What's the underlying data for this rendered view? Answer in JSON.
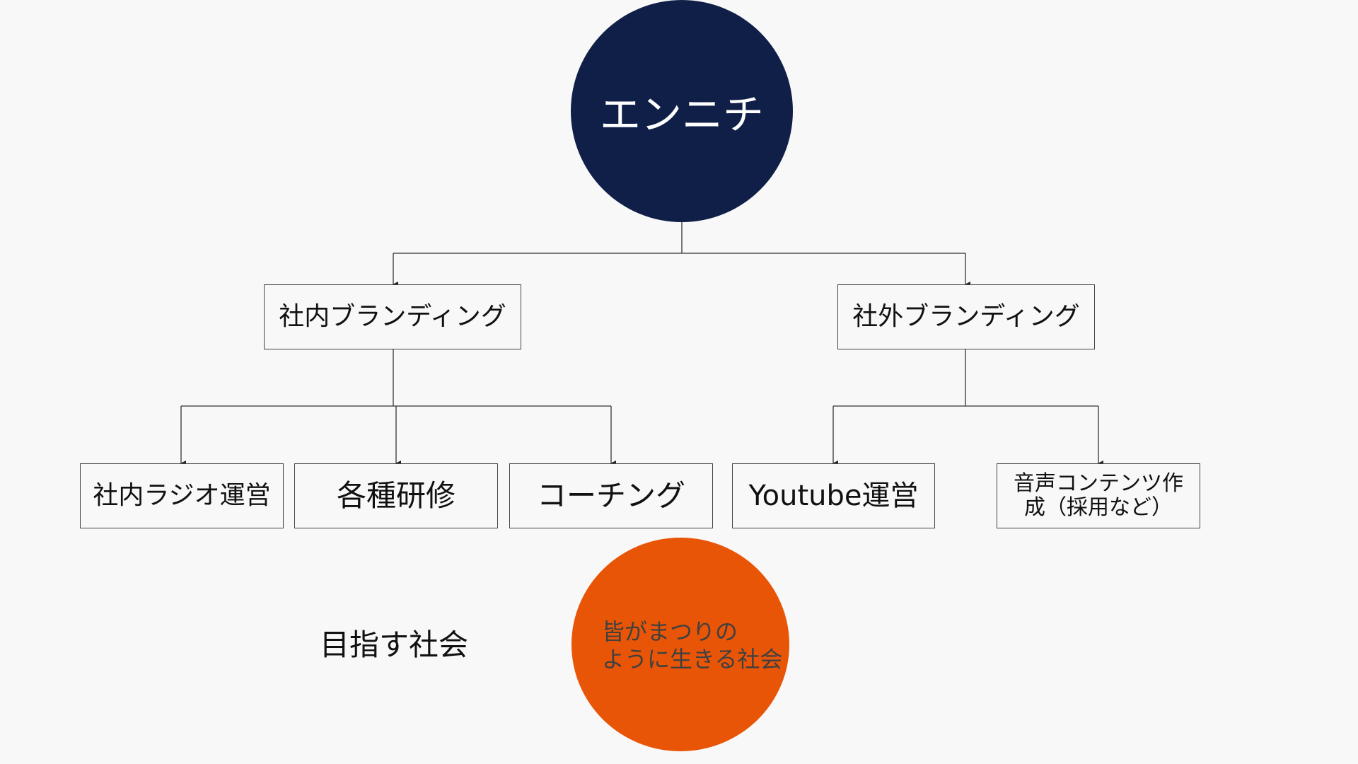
{
  "root": {
    "label": "エンニチ",
    "color": "#101f48"
  },
  "branches": [
    {
      "label": "社内ブランディング",
      "children": [
        "社内ラジオ運営",
        "各種研修",
        "コーチング"
      ]
    },
    {
      "label": "社外ブランディング",
      "children": [
        "Youtube運営",
        "音声コンテンツ作成（採用など）"
      ]
    }
  ],
  "goal": {
    "label": "目指す社会",
    "circle_text_line1": "皆がまつりの",
    "circle_text_line2": "ように生きる社会",
    "color": "#e95506"
  }
}
